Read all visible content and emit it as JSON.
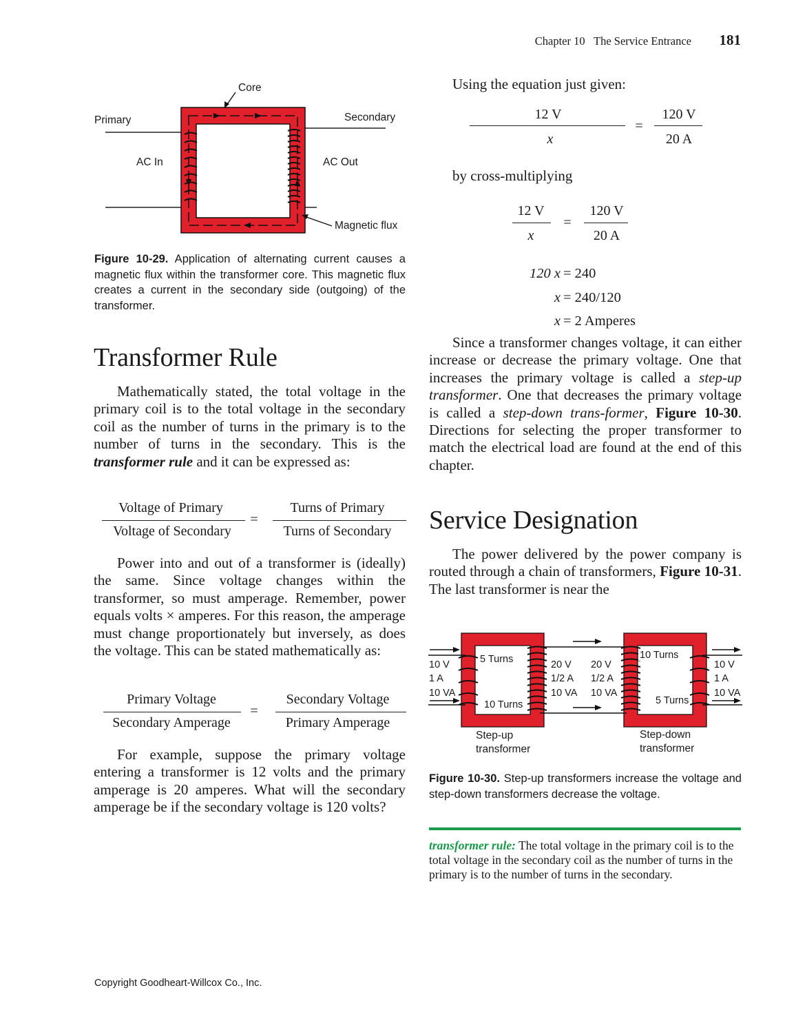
{
  "header": {
    "chapter": "Chapter 10",
    "chapter_title": "The Service Entrance",
    "page_number": "181"
  },
  "figure29": {
    "labels": {
      "core": "Core",
      "primary": "Primary",
      "secondary": "Secondary",
      "ac_in": "AC In",
      "ac_out": "AC Out",
      "magnetic_flux": "Magnetic flux"
    },
    "caption_label": "Figure 10-29.",
    "caption_text": " Application of alternating current causes a magnetic flux within the transformer core. This magnetic flux creates a current in the secondary side (outgoing) of the transformer."
  },
  "section1": {
    "heading": "Transformer Rule",
    "p1_a": "Mathematically stated, the total voltage in the primary coil is to the total voltage in the secondary coil as the number of turns in the primary is to the number of turns in the secondary. This is the ",
    "p1_term": "transformer rule",
    "p1_b": " and it can be expressed as:",
    "eq1": {
      "num_left": "Voltage of Primary",
      "den_left": "Voltage of Secondary",
      "equals": "=",
      "num_right": "Turns of Primary",
      "den_right": "Turns of Secondary"
    },
    "p2": "Power into and out of a transformer is (ideally) the same. Since voltage changes within the transformer, so must amperage. Remember, power equals volts × amperes. For this reason, the amperage must change proportionately but inversely, as does the voltage. This can be stated mathematically as:",
    "eq2": {
      "num_left": "Primary Voltage",
      "den_left": "Secondary Amperage",
      "equals": "=",
      "num_right": "Secondary Voltage",
      "den_right": "Primary Amperage"
    },
    "p3": "For example, suppose the primary voltage entering a transformer is 12 volts and the primary amperage is 20 amperes. What will the secondary amperage be if the secondary voltage is 120 volts?"
  },
  "right_column": {
    "intro": "Using the equation just given:",
    "eq3": {
      "num_left": "12 V",
      "den_left": "x",
      "equals": "=",
      "num_right": "120 V",
      "den_right": "20 A"
    },
    "cross": "by cross-multiplying",
    "eq4": {
      "num_left": "12 V",
      "den_left": "x",
      "equals": "=",
      "num_right": "120 V",
      "den_right": "20 A"
    },
    "steps": [
      {
        "lhs": "120 x",
        "rhs": "= 240"
      },
      {
        "lhs": "x",
        "rhs": "= 240/120"
      },
      {
        "lhs": "x",
        "rhs": "= 2 Amperes"
      }
    ],
    "p4_a": "Since a transformer changes voltage, it can either increase or decrease the primary voltage. One that increases the primary voltage is called a ",
    "p4_stepup": "step-up transformer",
    "p4_b": ". One that decreases the primary voltage is called a ",
    "p4_stepdown": "step-down trans-former",
    "p4_c": ", ",
    "p4_figref": "Figure 10-30",
    "p4_d": ". Directions for selecting the proper transformer to match the electrical load are found at the end of this chapter.",
    "heading2": "Service Designation",
    "p5_a": "The power delivered by the power company is routed through a chain of transformers, ",
    "p5_figref": "Figure 10-31",
    "p5_b": ". The last transformer is near the"
  },
  "figure30": {
    "in": {
      "v": "10 V",
      "a": "1 A",
      "va": "10 VA"
    },
    "stepup_primary_turns": "5 Turns",
    "stepup_secondary_turns": "10 Turns",
    "mid_left": {
      "v": "20 V",
      "a": "1/2 A",
      "va": "10 VA"
    },
    "mid_right": {
      "v": "20 V",
      "a": "1/2 A",
      "va": "10 VA"
    },
    "stepdown_primary_turns": "10 Turns",
    "stepdown_secondary_turns": "5 Turns",
    "out": {
      "v": "10 V",
      "a": "1 A",
      "va": "10 VA"
    },
    "stepup_label_1": "Step-up",
    "stepup_label_2": "transformer",
    "stepdown_label_1": "Step-down",
    "stepdown_label_2": "transformer",
    "caption_label": "Figure 10-30.",
    "caption_text": " Step-up transformers increase the voltage and step-down transformers decrease the voltage."
  },
  "glossary": {
    "term": "transformer rule:",
    "definition": " The total voltage in the primary coil is to the total voltage in the secondary coil as the number of turns in the primary is to the number of turns in the secondary."
  },
  "footer": {
    "copyright": "Copyright Goodheart-Willcox Co., Inc."
  },
  "colors": {
    "core_red": "#e0202a",
    "glossary_green": "#1a9a4b"
  }
}
